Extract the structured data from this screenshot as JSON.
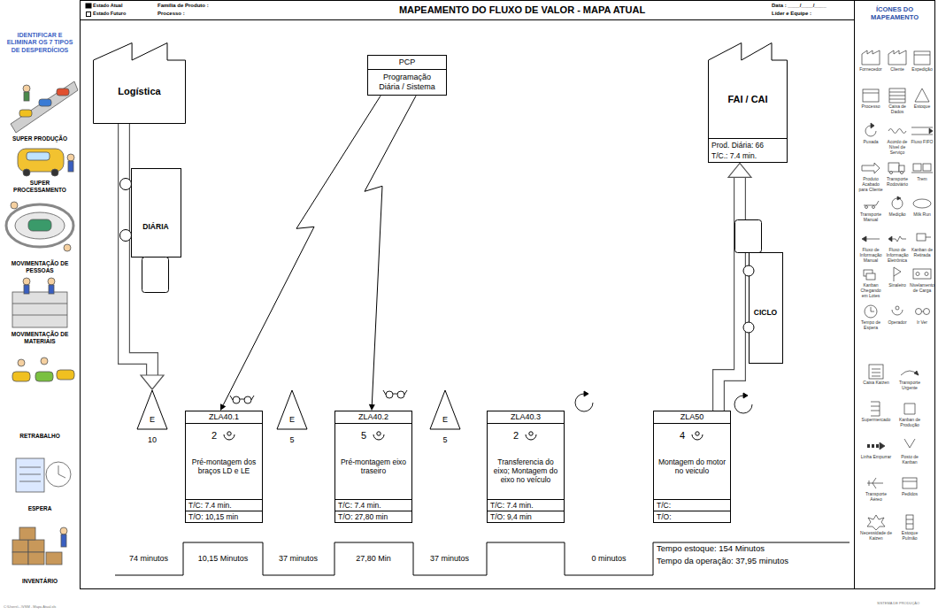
{
  "diagram": {
    "title": "MAPEAMENTO DO FLUXO DE VALOR - MAPA ATUAL",
    "nodes": [
      {
        "text": [
          "Logística"
        ]
      },
      {
        "text": [
          "PCP",
          "Programação Diária / Sistema"
        ]
      },
      {
        "text": [
          "FAI / CAI"
        ]
      },
      {
        "text": [
          "Prod. Diária: 66",
          "T/C.: 7.4 min."
        ]
      },
      {
        "text": [
          "DIÁRIA"
        ]
      },
      {
        "text": [
          "CICLO"
        ]
      },
      {
        "text": [
          "E",
          "10"
        ]
      },
      {
        "text": [
          "ZLA40.1",
          "2",
          "Pré-montagem dos braços LD e LE",
          "T/C: 7.4 min.",
          "T/O: 10,15 min"
        ]
      },
      {
        "text": [
          "E",
          "5"
        ]
      },
      {
        "text": [
          "ZLA40.2",
          "5",
          "Pré-montagem eixo traseiro",
          "T/C: 7.4 min.",
          "T/O: 27,80 min"
        ]
      },
      {
        "text": [
          "E",
          "5"
        ]
      },
      {
        "text": [
          "ZLA40.3",
          "2",
          "Transferencia do eixo; Montagem do eixo no veículo",
          "T/C: 7.4 min.",
          "T/O: 9,4 min"
        ]
      },
      {
        "text": [
          "ZLA50",
          "4",
          "Montagem do motor no veiculo",
          "T/C:",
          "T/O:"
        ]
      }
    ],
    "edges": [
      {
        "from": 1,
        "to": 7,
        "arrow": "to"
      },
      {
        "from": 1,
        "to": 9,
        "arrow": "to"
      },
      {
        "from": 0,
        "to": 6,
        "arrow": "to"
      },
      {
        "from": 12,
        "to": 3,
        "arrow": "to"
      }
    ],
    "labels": [
      "Estado Atual",
      "Estado Futuro",
      "Família de Produto :",
      "Processo :",
      "Data : ____/____/____",
      "Líder e Equipe :",
      "ÍCONES DO MAPEAMENTO",
      "IDENTIFICAR E ELIMINAR OS 7 TIPOS DE DESPERDÍCIOS",
      "SUPER PRODUÇÃO",
      "SUPER PROCESSAMENTO",
      "MOVIMENTAÇÃO DE PESSOAS",
      "MOVIMENTAÇÃO DE MATERIAIS",
      "RETRABALHO",
      "ESPERA",
      "INVENTÁRIO",
      "74 minutos",
      "10,15 Minutos",
      "37 minutos",
      "27,80 Min",
      "37 minutos",
      "0 minutos",
      "Tempo estoque: 154 Minutos",
      "Tempo da operação: 37,95 minutos",
      "C:\\Users\\...\\VSM - Mapa Atual.xls",
      "SISTEMA DE PRODUÇÃO",
      "Fornecedor",
      "Cliente",
      "Expedição",
      "Processo",
      "Caixa de Dados",
      "Estoque",
      "Puxada",
      "Acordo de Nível de Serviço",
      "Fluxo FIFO",
      "Produto Acabado para Cliente",
      "Transporte Rodoviário",
      "Trem",
      "Transporte Manual",
      "Medição",
      "Milk Run",
      "Fluxo de Informação Manual",
      "Fluxo de Informação Eletrônica",
      "Kanban de Retirada",
      "Kanban Chegando em Lotes",
      "Sinaleiro",
      "Nivelamento de Carga",
      "Tempo de Espera",
      "Operador",
      "Ir Ver",
      "Caixa Kaizen",
      "Transporte Urgente",
      "Supermercado",
      "Kanban de Produção",
      "Linha Empurrar",
      "Posto de Kanban",
      "Transporte Aéreo",
      "Pedidos",
      "Necessidade de Kaizen",
      "Estoque Pulmão"
    ]
  }
}
